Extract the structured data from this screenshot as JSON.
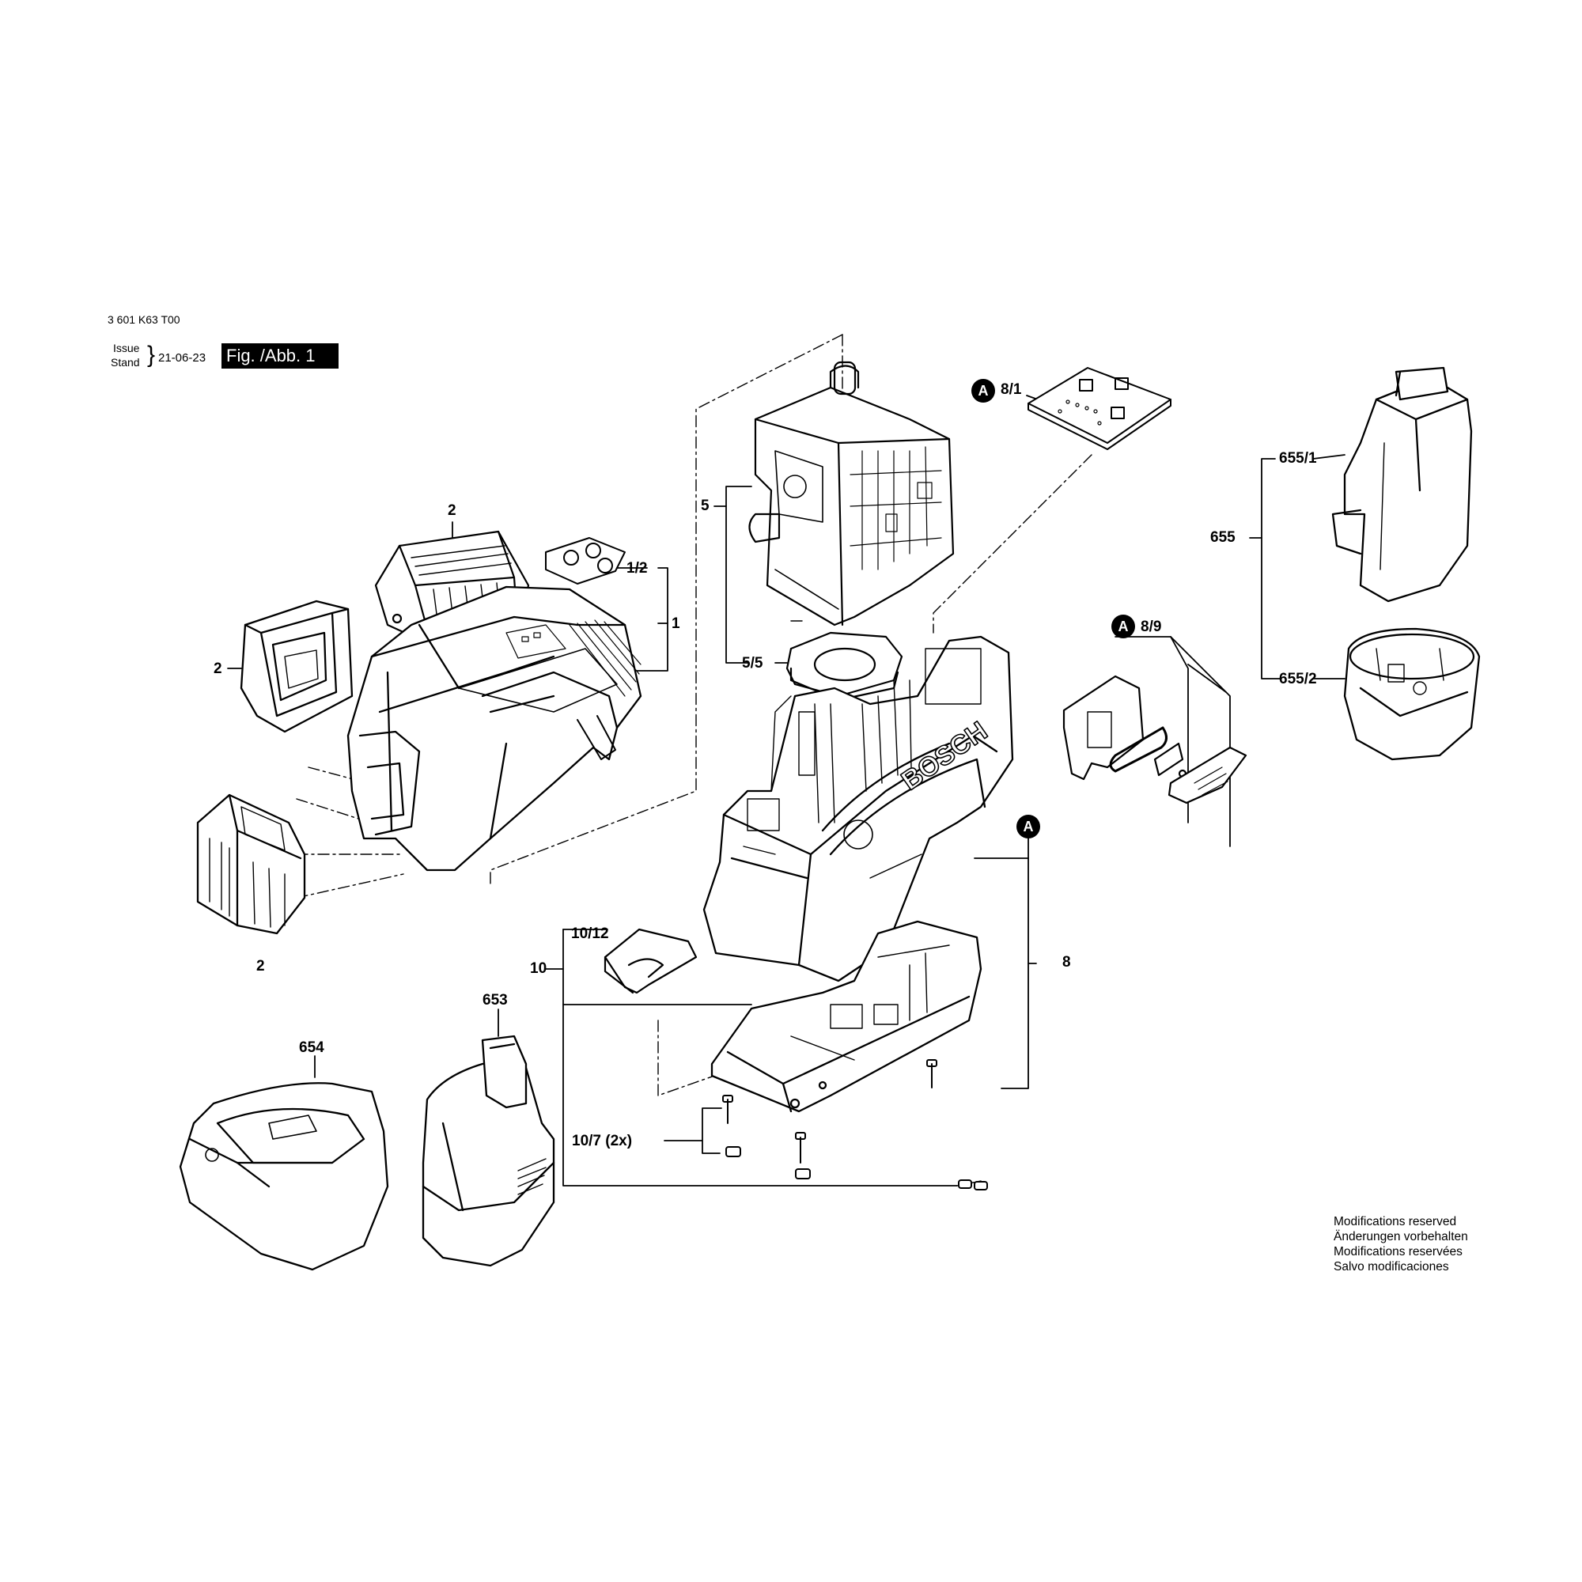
{
  "header": {
    "part_number": "3 601 K63 T00",
    "issue_label": "Issue",
    "stand_label": "Stand",
    "brace": "}",
    "date": "21-06-23",
    "figure_label": "Fig. /Abb. 1"
  },
  "callouts": {
    "c1": "1",
    "c1_2": "1/2",
    "c2_top": "2",
    "c2_left": "2",
    "c2_bottom": "2",
    "c5": "5",
    "c5_5": "5/5",
    "c8": "8",
    "c8_1": "8/1",
    "c8_9": "8/9",
    "c10": "10",
    "c10_12": "10/12",
    "c10_7": "10/7 (2x)",
    "c653": "653",
    "c654": "654",
    "c655": "655",
    "c655_1": "655/1",
    "c655_2": "655/2"
  },
  "markers": {
    "detail": "A"
  },
  "brand_text": "BOSCH",
  "notes": [
    "Modifications reserved",
    "Änderungen vorbehalten",
    "Modifications reservées",
    "Salvo modificaciones"
  ],
  "colors": {
    "ink": "#000000",
    "paper": "#ffffff",
    "shade": "#cccccc"
  }
}
